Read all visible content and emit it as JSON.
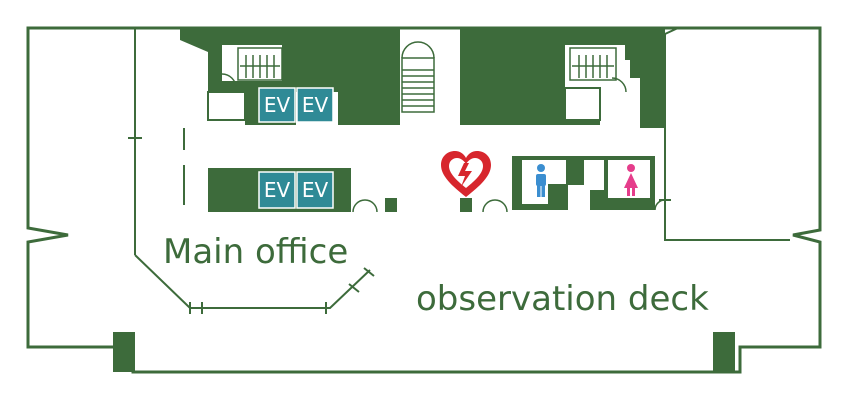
{
  "map": {
    "labels": {
      "main_office": "Main office",
      "observation_deck": "observation deck"
    },
    "elevators": [
      {
        "label": "EV"
      },
      {
        "label": "EV"
      },
      {
        "label": "EV"
      },
      {
        "label": "EV"
      }
    ],
    "icons": {
      "aed": "aed-heart-icon",
      "restroom_male": "male-restroom-icon",
      "restroom_female": "female-restroom-icon"
    },
    "colors": {
      "wall": "#3d6b3b",
      "elevator": "#2f8a96",
      "aed": "#d7262d",
      "male": "#3b8ed0",
      "female": "#e53d8b"
    }
  }
}
